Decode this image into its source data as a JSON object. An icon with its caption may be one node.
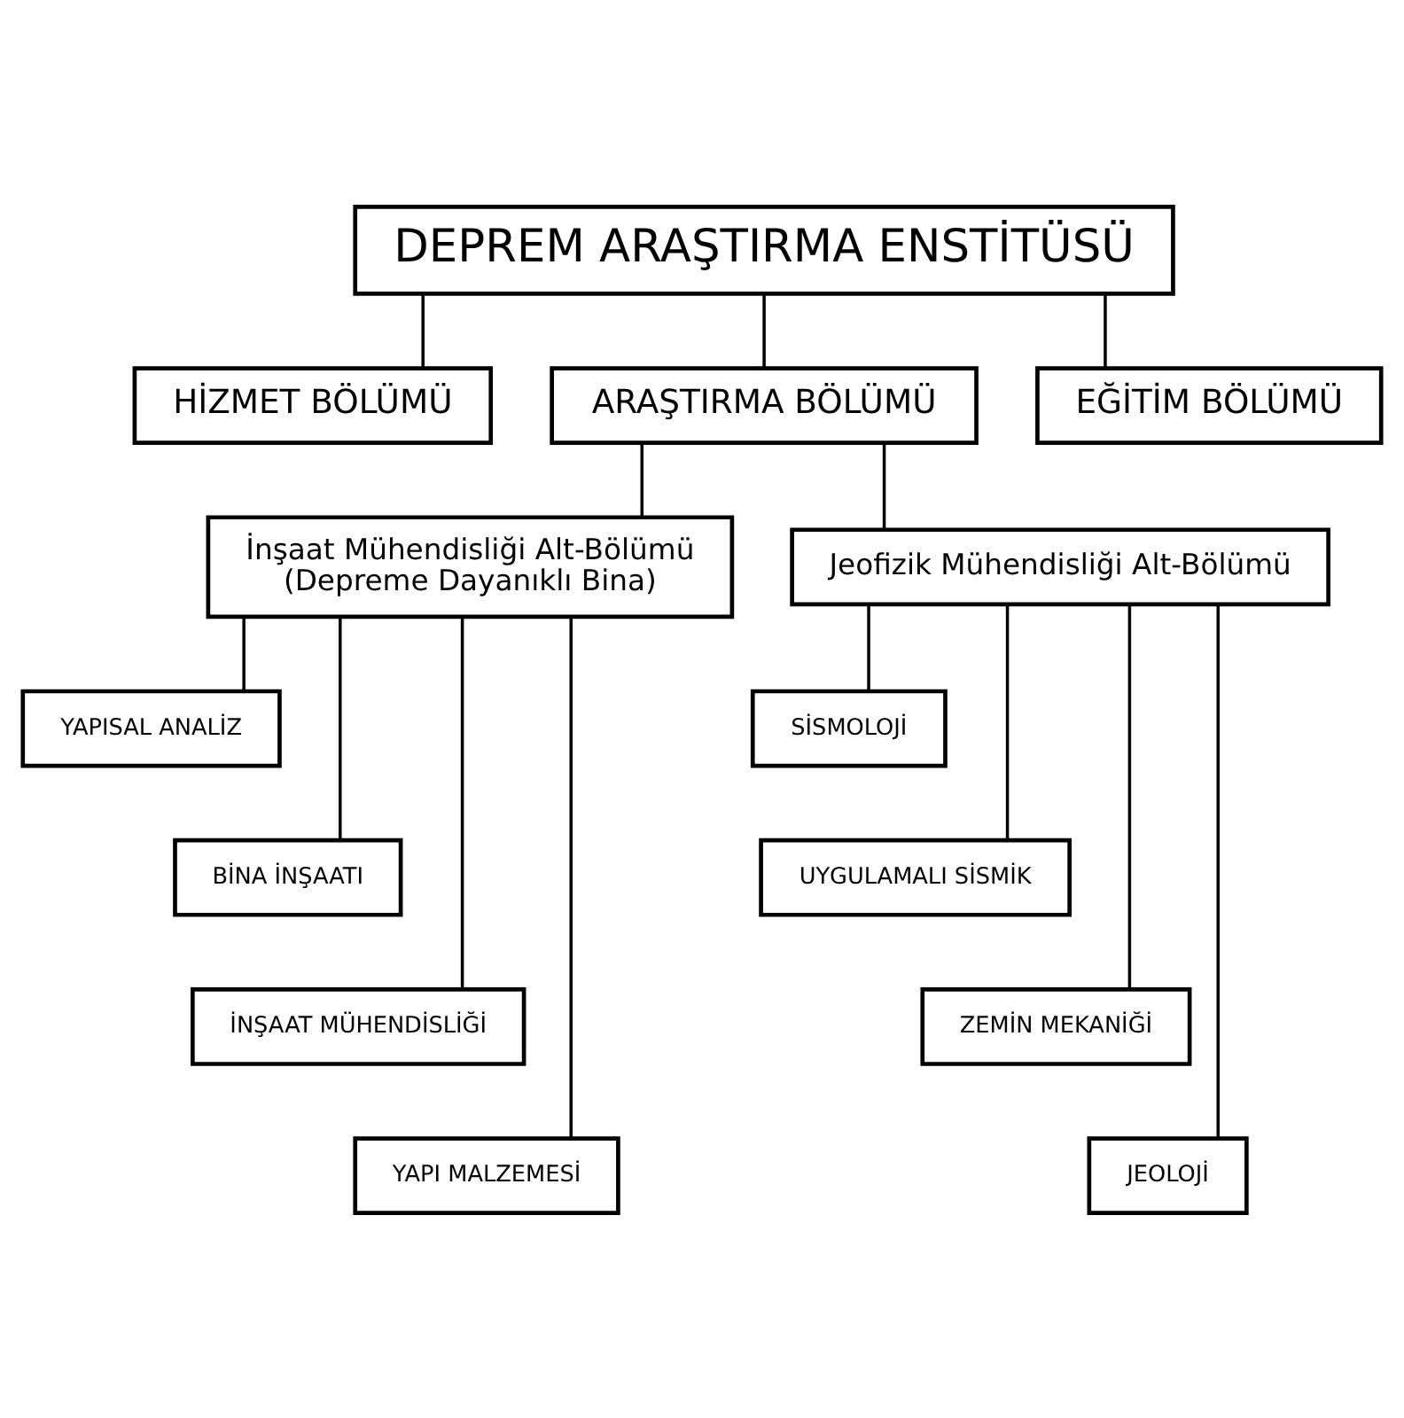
{
  "diagram": {
    "nodes": [
      {
        "text": [
          "DEPREM ARAŞTIRMA ENSTİTÜSÜ"
        ]
      },
      {
        "text": [
          "HİZMET BÖLÜMÜ"
        ]
      },
      {
        "text": [
          "ARAŞTIRMA BÖLÜMÜ"
        ]
      },
      {
        "text": [
          "EĞİTİM BÖLÜMÜ"
        ]
      },
      {
        "text": [
          "İnşaat Mühendisliği Alt-Bölümü",
          "(Depreme Dayanıklı Bina)"
        ]
      },
      {
        "text": [
          "Jeofizik Mühendisliği Alt-Bölümü"
        ]
      },
      {
        "text": [
          "YAPISAL ANALİZ"
        ]
      },
      {
        "text": [
          "SİSMOLOJİ"
        ]
      },
      {
        "text": [
          "BİNA İNŞAATI"
        ]
      },
      {
        "text": [
          "UYGULAMALI SİSMİK"
        ]
      },
      {
        "text": [
          "İNŞAAT MÜHENDİSLİĞİ"
        ]
      },
      {
        "text": [
          "ZEMİN MEKANİĞİ"
        ]
      },
      {
        "text": [
          "YAPI MALZEMESİ"
        ]
      },
      {
        "text": [
          "JEOLOJİ"
        ]
      }
    ],
    "edges": [
      {
        "from": 0,
        "to": 1,
        "arrow": "none"
      },
      {
        "from": 0,
        "to": 2,
        "arrow": "none"
      },
      {
        "from": 0,
        "to": 3,
        "arrow": "none"
      },
      {
        "from": 2,
        "to": 4,
        "arrow": "none"
      },
      {
        "from": 2,
        "to": 5,
        "arrow": "none"
      },
      {
        "from": 4,
        "to": 6,
        "arrow": "none"
      },
      {
        "from": 4,
        "to": 8,
        "arrow": "none"
      },
      {
        "from": 4,
        "to": 10,
        "arrow": "none"
      },
      {
        "from": 4,
        "to": 12,
        "arrow": "none"
      },
      {
        "from": 5,
        "to": 7,
        "arrow": "none"
      },
      {
        "from": 5,
        "to": 9,
        "arrow": "none"
      },
      {
        "from": 5,
        "to": 11,
        "arrow": "none"
      },
      {
        "from": 5,
        "to": 13,
        "arrow": "none"
      }
    ]
  }
}
